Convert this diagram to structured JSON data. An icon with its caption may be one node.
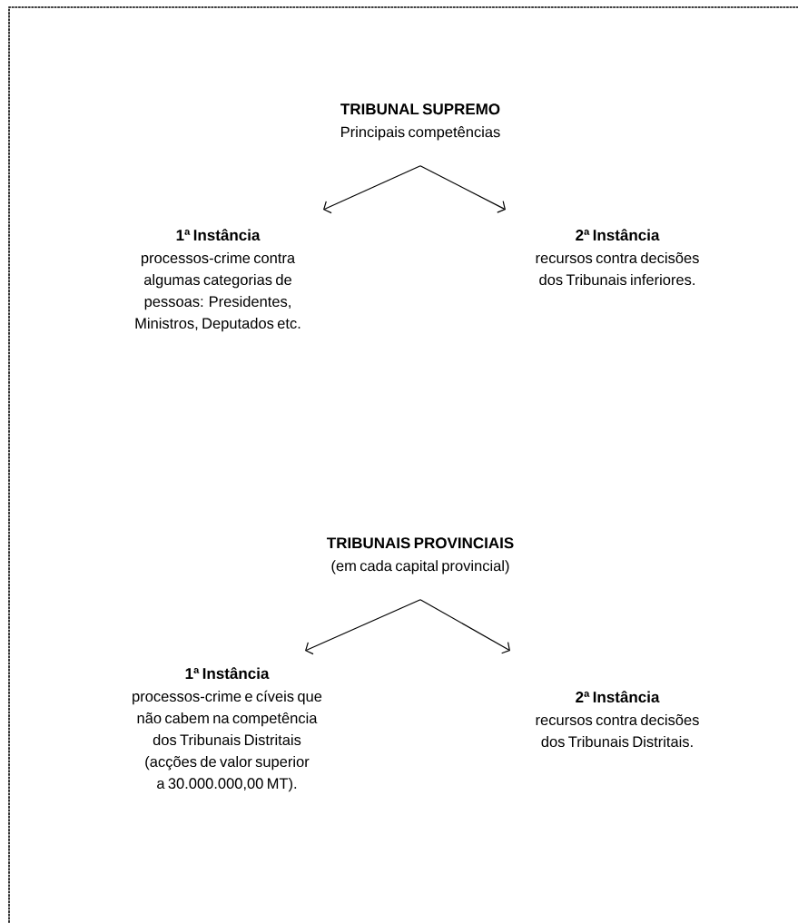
{
  "diagram": {
    "nodes": [
      {
        "text": [
          "TRIBUNAL SUPREMO",
          "Principais competências"
        ]
      },
      {
        "text": [
          "1ª Instância",
          "processos-crime contra algumas categorias de pessoas: Presidentes, Ministros, Deputados etc."
        ]
      },
      {
        "text": [
          "2ª Instância",
          "recursos contra decisões dos Tribunais inferiores."
        ]
      },
      {
        "text": [
          "TRIBUNAIS PROVINCIAIS",
          "(em cada capital provincial)"
        ]
      },
      {
        "text": [
          "1ª Instância",
          "processos-crime e cíveis que não cabem na competência dos Tribunais Distritais (acções de valor superior a 30.000.000,00 MT)."
        ]
      },
      {
        "text": [
          "2ª Instância",
          "recursos contra decisões dos Tribunais Distritais."
        ]
      }
    ],
    "edges": [
      {
        "from": 0,
        "to": 1,
        "arrow": "to"
      },
      {
        "from": 0,
        "to": 2,
        "arrow": "to"
      },
      {
        "from": 3,
        "to": 4,
        "arrow": "to"
      },
      {
        "from": 3,
        "to": 5,
        "arrow": "to"
      }
    ]
  }
}
